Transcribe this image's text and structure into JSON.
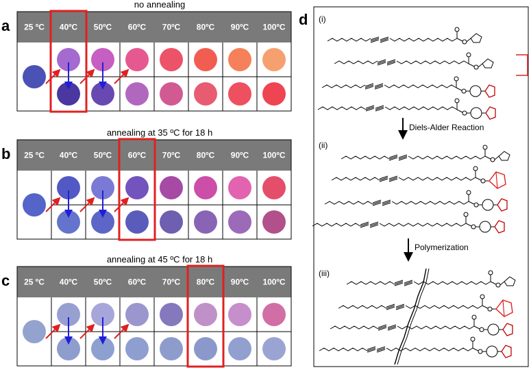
{
  "panels": [
    {
      "letter": "a",
      "title": "no annealing",
      "temperatures": [
        "25 ºC",
        "40ºC",
        "50ºC",
        "60ºC",
        "70ºC",
        "80ºC",
        "90ºC",
        "100ºC"
      ],
      "highlight_index": 1,
      "initial_color": "#4a52b6",
      "row1_colors": [
        "#a46ad0",
        "#c65fc2",
        "#e65990",
        "#ec5268",
        "#f25d52",
        "#f5815a",
        "#f7a06f"
      ],
      "row2_colors": [
        "#4a37a0",
        "#6849b2",
        "#b267be",
        "#d25a92",
        "#e85c72",
        "#ee5060",
        "#ef4452"
      ]
    },
    {
      "letter": "b",
      "title": "annealing at 35 ºC for 18 h",
      "temperatures": [
        "25 ºC",
        "40ºC",
        "50ºC",
        "60ºC",
        "70ºC",
        "80ºC",
        "90ºC",
        "100ºC"
      ],
      "highlight_index": 3,
      "initial_color": "#5464c8",
      "row1_colors": [
        "#5259c4",
        "#7a7ad6",
        "#7353be",
        "#a64aa6",
        "#cc4ea8",
        "#e264b0",
        "#e44e6a"
      ],
      "row2_colors": [
        "#6474cc",
        "#5d66c6",
        "#5a5cbc",
        "#6e5fb0",
        "#8a64b4",
        "#9c6ab8",
        "#b2508c"
      ]
    },
    {
      "letter": "c",
      "title": "annealing at 45 ºC for 18 h",
      "temperatures": [
        "25 ºC",
        "40ºC",
        "50ºC",
        "60ºC",
        "70ºC",
        "80ºC",
        "90ºC",
        "100ºC"
      ],
      "highlight_index": 5,
      "initial_color": "#94a2ce",
      "row1_colors": [
        "#98a0d2",
        "#a6a6da",
        "#9c96ce",
        "#8678bc",
        "#c090c8",
        "#c68eca",
        "#d26ea6"
      ],
      "row2_colors": [
        "#8e9cce",
        "#8ea0d0",
        "#8e9ed0",
        "#8e9ccc",
        "#8a98cc",
        "#92a0d0",
        "#9aa4d2"
      ]
    }
  ],
  "panel_d": {
    "letter": "d",
    "steps": [
      "(i)",
      "(ii)",
      "(iii)"
    ],
    "reaction1": "Diels-Alder Reaction",
    "reaction2": "Polymerization"
  },
  "colors": {
    "header_bg": "#7a7a7a",
    "highlight": "#e02020",
    "arrow_red": "#e02020",
    "arrow_blue": "#2020d8",
    "adduct_red": "#e02020"
  }
}
